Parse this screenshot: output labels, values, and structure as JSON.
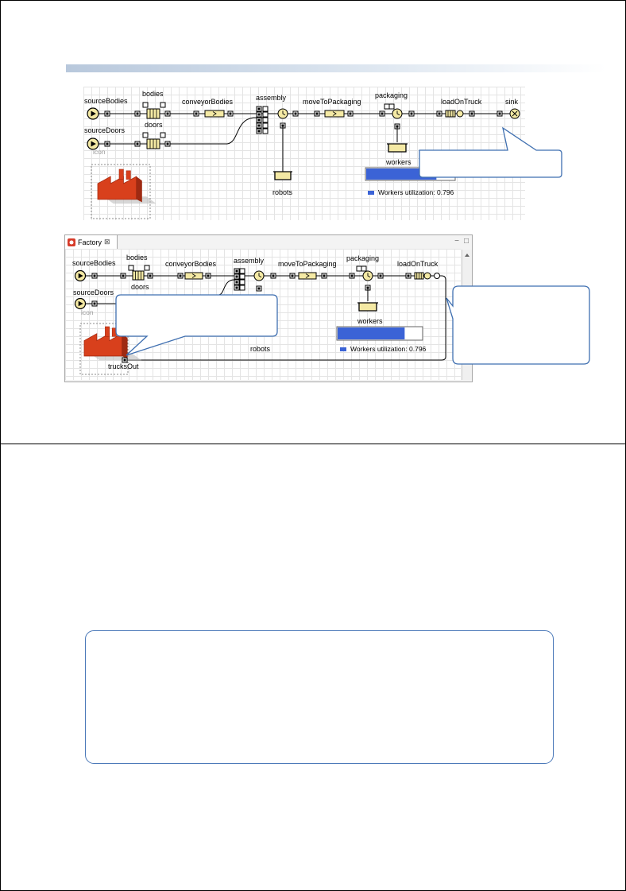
{
  "diagram1": {
    "labels": {
      "sourceBodies": "sourceBodies",
      "bodies": "bodies",
      "conveyorBodies": "conveyorBodies",
      "assembly": "assembly",
      "moveToPackaging": "moveToPackaging",
      "packaging": "packaging",
      "loadOnTruck": "loadOnTruck",
      "sink": "sink",
      "sourceDoors": "sourceDoors",
      "doors": "doors",
      "icon": "icon",
      "workers": "workers",
      "robots": "robots",
      "utilization": "Workers utilization: 0.796"
    },
    "workers_utilization": 0.796
  },
  "window": {
    "tab_title": "Factory",
    "tab_close": "⊠",
    "minimize": "−",
    "maximize": "□"
  },
  "diagram2": {
    "labels": {
      "sourceBodies": "sourceBodies",
      "bodies": "bodies",
      "conveyorBodies": "conveyorBodies",
      "assembly": "assembly",
      "moveToPackaging": "moveToPackaging",
      "packaging": "packaging",
      "loadOnTruck": "loadOnTruck",
      "sourceDoors": "sourceDoors",
      "doors": "doors",
      "icon": "icon",
      "workers": "workers",
      "robots": "robots",
      "trucksOut": "trucksOut",
      "utilization": "Workers utilization: 0.796"
    },
    "workers_utilization": 0.796
  },
  "colors": {
    "block_fill": "#f4e9a4",
    "block_stroke": "#000000",
    "callout_stroke": "#3f6fb0",
    "bar_fill": "#3b63d6",
    "factory": "#d8401c"
  }
}
